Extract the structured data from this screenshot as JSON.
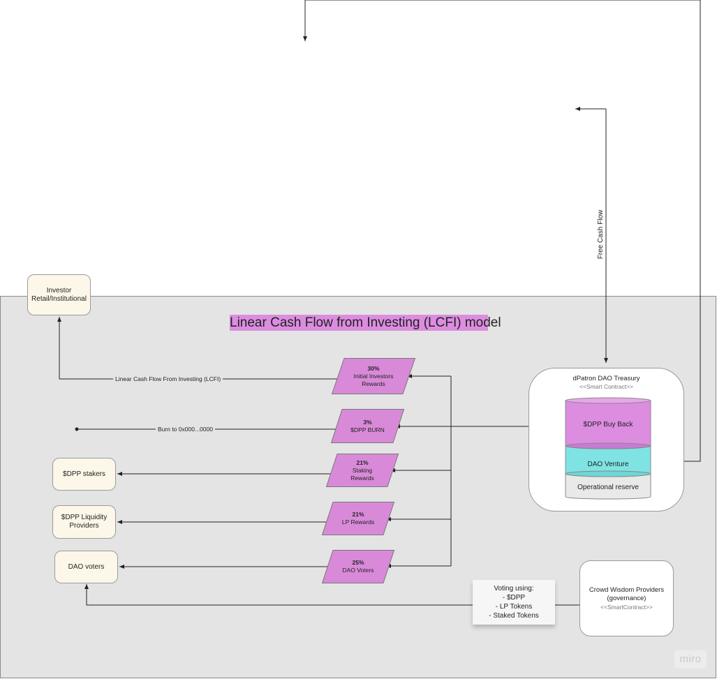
{
  "title": "Linear Cash Flow from Investing (LCFI) model",
  "colors": {
    "title_highlight": "#dc8de0",
    "parallelogram": "#d88ad8",
    "buyback": "#dc8de0",
    "venture": "#7fe3e3",
    "reserve": "#e9e9e9",
    "canvas": "#e4e4e4",
    "box": "#fdf7e9"
  },
  "boxes": {
    "investor": [
      "Investor",
      "Retail/Institutional"
    ],
    "stakers": [
      "$DPP stakers"
    ],
    "liquidity": [
      "$DPP Liquidity",
      "Providers"
    ],
    "voters": [
      "DAO voters"
    ]
  },
  "allocations": {
    "initial_investors": {
      "pct": "30%",
      "lines": [
        "Initial Investors",
        "Rewards"
      ]
    },
    "burn": {
      "pct": "3%",
      "lines": [
        "$DPP BURN"
      ]
    },
    "staking": {
      "pct": "21%",
      "lines": [
        "Staking",
        "Rewards"
      ]
    },
    "lp": {
      "pct": "21%",
      "lines": [
        "LP Rewards"
      ]
    },
    "dao_voters": {
      "pct": "25%",
      "lines": [
        "DAO Voters"
      ]
    }
  },
  "edges": {
    "lcfi": "Linear Cash Flow From Investing (LCFI)",
    "burn": "Burn to 0x000...0000",
    "free_cash_flow": "Free Cash Flow"
  },
  "treasury": {
    "title": "dPatron DAO Treasury",
    "subtitle": "<<Smart Contract>>",
    "buyback": "$DPP Buy Back",
    "venture": "DAO Venture",
    "reserve": "Operational reserve"
  },
  "crowd": {
    "lines": [
      "Crowd Wisdom Providers",
      "(governance)"
    ],
    "subtitle": "<<SmartContract>>"
  },
  "note": {
    "lines": [
      "Voting using:",
      "- $DPP",
      "- LP Tokens",
      "- Staked Tokens"
    ]
  },
  "watermark": "miro"
}
